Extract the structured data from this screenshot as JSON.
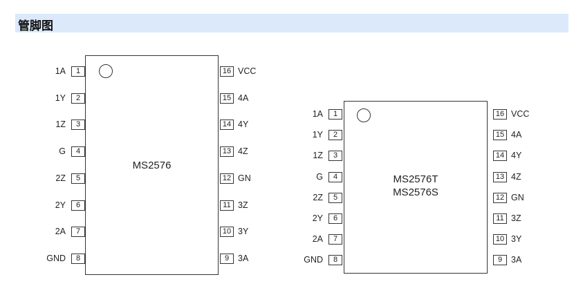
{
  "header": {
    "title": "管脚图"
  },
  "chips": [
    {
      "part_lines": [
        "MS2576"
      ],
      "left_pins": [
        {
          "num": "1",
          "label": "1A"
        },
        {
          "num": "2",
          "label": "1Y"
        },
        {
          "num": "3",
          "label": "1Z"
        },
        {
          "num": "4",
          "label": "G"
        },
        {
          "num": "5",
          "label": "2Z"
        },
        {
          "num": "6",
          "label": "2Y"
        },
        {
          "num": "7",
          "label": "2A"
        },
        {
          "num": "8",
          "label": "GND"
        }
      ],
      "right_pins": [
        {
          "num": "16",
          "label": "VCC"
        },
        {
          "num": "15",
          "label": "4A"
        },
        {
          "num": "14",
          "label": "4Y"
        },
        {
          "num": "13",
          "label": "4Z"
        },
        {
          "num": "12",
          "label": "GN"
        },
        {
          "num": "11",
          "label": "3Z"
        },
        {
          "num": "10",
          "label": "3Y"
        },
        {
          "num": "9",
          "label": "3A"
        }
      ]
    },
    {
      "part_lines": [
        "MS2576T",
        "MS2576S"
      ],
      "left_pins": [
        {
          "num": "1",
          "label": "1A"
        },
        {
          "num": "2",
          "label": "1Y"
        },
        {
          "num": "3",
          "label": "1Z"
        },
        {
          "num": "4",
          "label": "G"
        },
        {
          "num": "5",
          "label": "2Z"
        },
        {
          "num": "6",
          "label": "2Y"
        },
        {
          "num": "7",
          "label": "2A"
        },
        {
          "num": "8",
          "label": "GND"
        }
      ],
      "right_pins": [
        {
          "num": "16",
          "label": "VCC"
        },
        {
          "num": "15",
          "label": "4A"
        },
        {
          "num": "14",
          "label": "4Y"
        },
        {
          "num": "13",
          "label": "4Z"
        },
        {
          "num": "12",
          "label": "GN"
        },
        {
          "num": "11",
          "label": "3Z"
        },
        {
          "num": "10",
          "label": "3Y"
        },
        {
          "num": "9",
          "label": "3A"
        }
      ]
    }
  ]
}
